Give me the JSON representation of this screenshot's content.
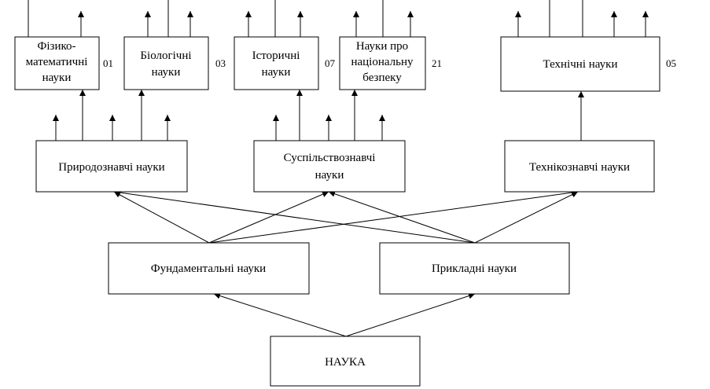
{
  "root": {
    "label": "НАУКА"
  },
  "level1": {
    "fundamental": "Фундаментальні науки",
    "applied": "Прикладні науки"
  },
  "level2": {
    "natural": "Природознавчі науки",
    "social": [
      "Суспільствознавчі",
      "науки"
    ],
    "technical": "Технікознавчі науки"
  },
  "fields": {
    "physmath": {
      "lines": [
        "Фізико-",
        "математичні",
        "науки"
      ],
      "code": "01"
    },
    "biology": {
      "lines": [
        "Біологічні",
        "науки"
      ],
      "code": "03"
    },
    "history": {
      "lines": [
        "Історичні",
        "науки"
      ],
      "code": "07"
    },
    "security": {
      "lines": [
        "Науки про",
        "національну",
        "безпеку"
      ],
      "code": "21"
    },
    "engineering": {
      "lines": [
        "Технічні науки"
      ],
      "code": "05"
    }
  }
}
